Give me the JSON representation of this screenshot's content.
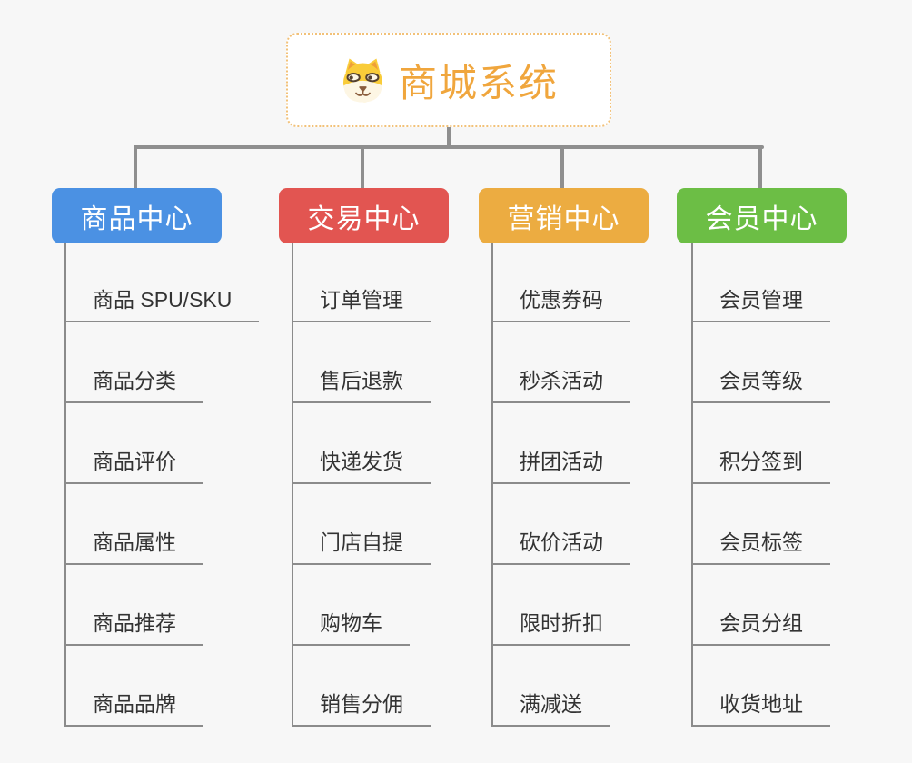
{
  "app": {
    "background_color": "#f7f7f7",
    "connector_color": "#8f8f8f",
    "underline_color": "#8b8b8b"
  },
  "root": {
    "title": "商城系统",
    "icon": "shiba-dog-icon",
    "title_color": "#f0a63d",
    "border_color": "#f2c178",
    "icon_colors": {
      "fur_yellow": "#f9cc39",
      "muzzle_cream": "#fdf6e4",
      "feature_brown": "#8a5c3c",
      "eye_dark": "#54412f"
    }
  },
  "branches": [
    {
      "label": "商品中心",
      "color": "#4b91e3",
      "items": [
        "商品 SPU/SKU",
        "商品分类",
        "商品评价",
        "商品属性",
        "商品推荐",
        "商品品牌"
      ]
    },
    {
      "label": "交易中心",
      "color": "#e25551",
      "items": [
        "订单管理",
        "售后退款",
        "快递发货",
        "门店自提",
        "购物车",
        "销售分佣"
      ]
    },
    {
      "label": "营销中心",
      "color": "#ecac41",
      "items": [
        "优惠券码",
        "秒杀活动",
        "拼团活动",
        "砍价活动",
        "限时折扣",
        "满减送"
      ]
    },
    {
      "label": "会员中心",
      "color": "#6cbe45",
      "items": [
        "会员管理",
        "会员等级",
        "积分签到",
        "会员标签",
        "会员分组",
        "收货地址"
      ]
    }
  ]
}
